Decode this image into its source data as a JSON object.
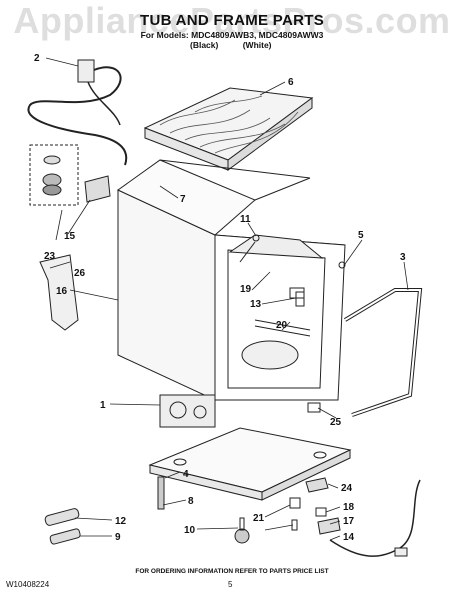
{
  "watermark": "AppliancePartsPros.com",
  "title": "TUB AND FRAME PARTS",
  "models_line": "For Models: MDC4809AWB3, MDC4809AWW3",
  "colors": [
    "(Black)",
    "(White)"
  ],
  "footer_note": "FOR ORDERING INFORMATION REFER TO PARTS PRICE LIST",
  "doc_number": "W10408224",
  "page_number": "5",
  "callouts": {
    "c1": "1",
    "c2": "2",
    "c3": "3",
    "c4": "4",
    "c5": "5",
    "c6": "6",
    "c7": "7",
    "c8": "8",
    "c9": "9",
    "c10": "10",
    "c11": "11",
    "c12": "12",
    "c13": "13",
    "c14": "14",
    "c15": "15",
    "c16": "16",
    "c17": "17",
    "c18": "18",
    "c19": "19",
    "c20": "20",
    "c21": "21",
    "c23": "23",
    "c24": "24",
    "c25": "25",
    "c26": "26"
  }
}
